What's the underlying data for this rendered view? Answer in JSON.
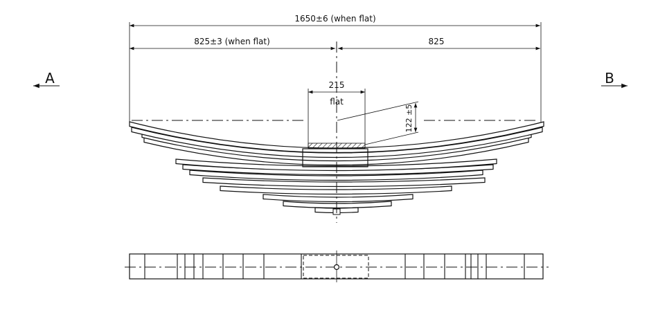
{
  "drawing": {
    "overall_length": "1650±6 (when flat)",
    "left_half_length": "825±3 (when flat)",
    "right_half_length": "825",
    "center_width": "215",
    "center_note": "flat",
    "camber": "122 ±5",
    "view_left_label": "A",
    "view_right_label": "B",
    "leaf_count": 12
  }
}
